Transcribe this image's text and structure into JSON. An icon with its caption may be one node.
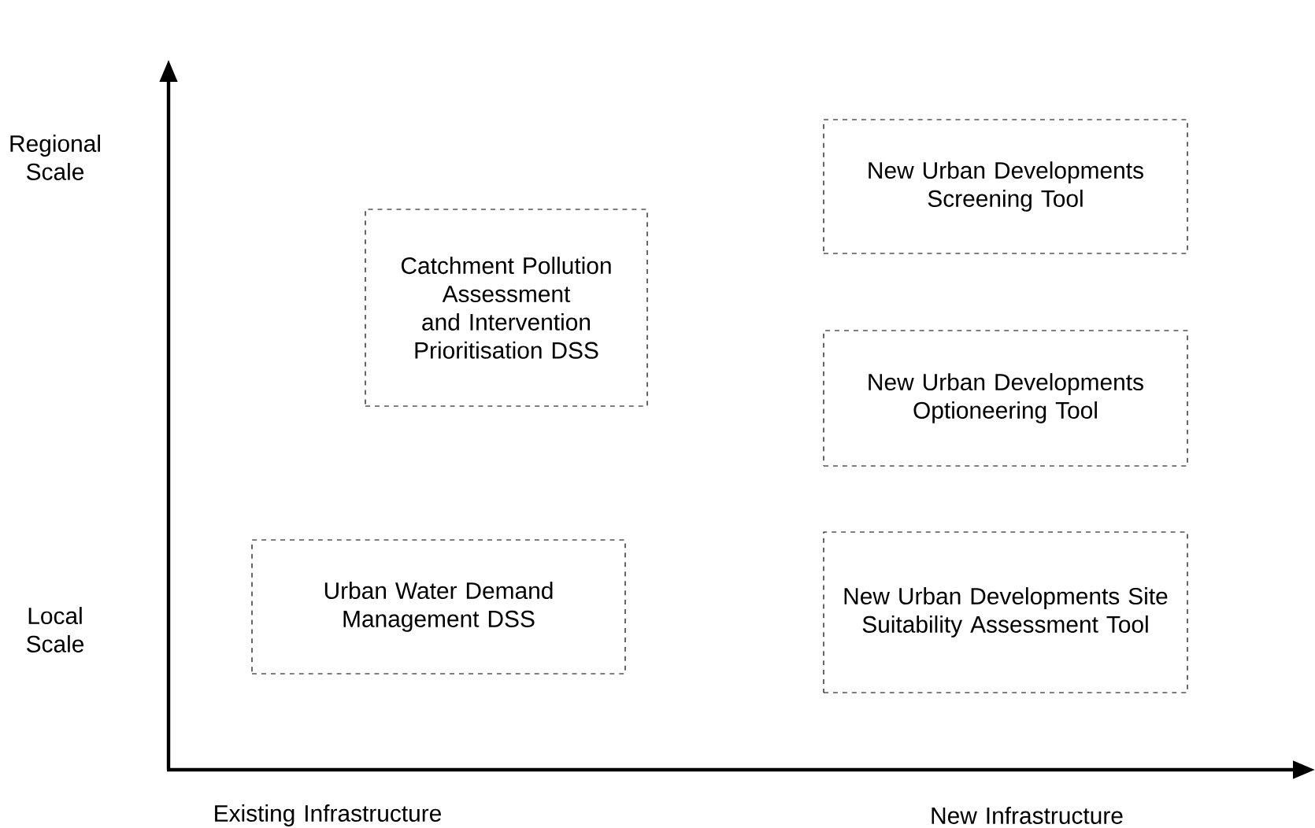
{
  "diagram": {
    "nodes": [
      {
        "text": [
          "New Urban Developments Screening Tool"
        ]
      },
      {
        "text": [
          "Catchment Pollution Assessment and Intervention Prioritisation DSS"
        ]
      },
      {
        "text": [
          "New Urban Developments Optioneering Tool"
        ]
      },
      {
        "text": [
          "Urban Water Demand Management DSS"
        ]
      },
      {
        "text": [
          "New Urban Developments Site Suitability Assessment Tool"
        ]
      }
    ],
    "labels": [
      "Regional Scale",
      "Local Scale",
      "Existing Infrastructure",
      "New Infrastructure"
    ]
  }
}
